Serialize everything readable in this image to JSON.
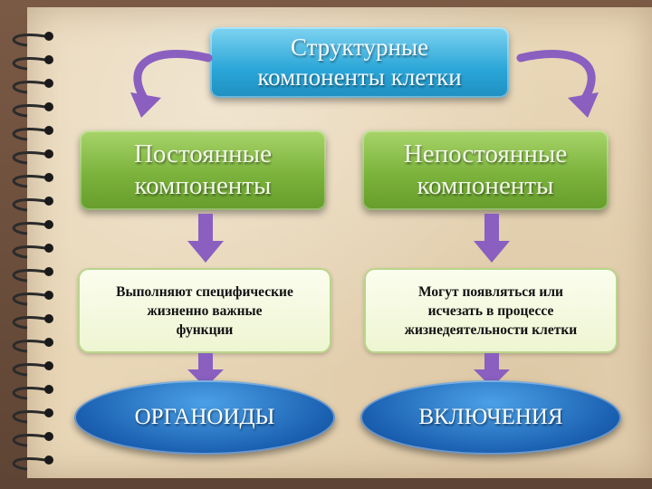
{
  "title": {
    "line1": "Структурные",
    "line2": "компоненты клетки"
  },
  "left": {
    "heading": {
      "line1": "Постоянные",
      "line2": "компоненты"
    },
    "description": {
      "line1": "Выполняют специфические",
      "line2": "жизненно важные",
      "line3": "функции"
    },
    "result": "ОРГАНОИДЫ"
  },
  "right": {
    "heading": {
      "line1": "Непостоянные",
      "line2": "компоненты"
    },
    "description": {
      "line1": "Могут появляться или",
      "line2": "исчезать в процессе",
      "line3": "жизнедеятельности клетки"
    },
    "result": "ВКЛЮЧЕНИЯ"
  },
  "colors": {
    "title_box": "#2aa6d8",
    "heading_box": "#7bb33c",
    "description_box": "#f4f8df",
    "result_ellipse": "#1a5fb0",
    "arrow": "#8a5fc0",
    "paper": "#e8d6b6"
  }
}
